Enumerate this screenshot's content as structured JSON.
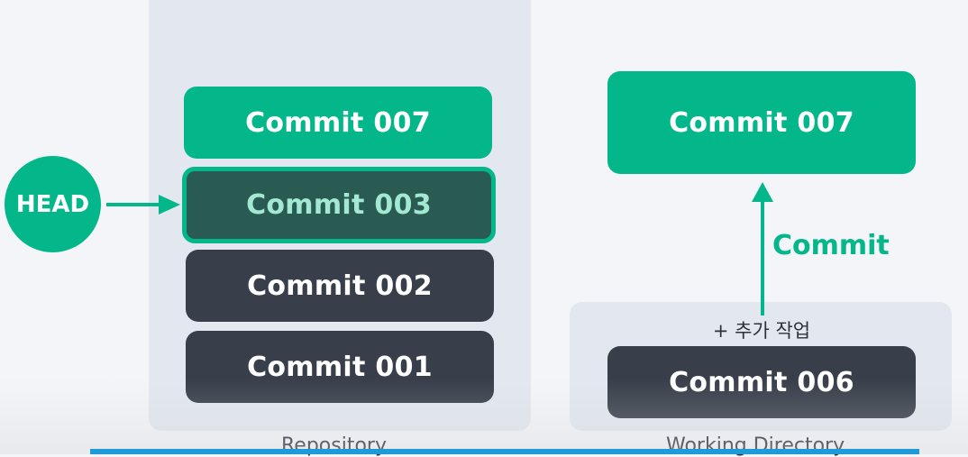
{
  "head_label": "HEAD",
  "repository": {
    "commits": [
      "Commit 007",
      "Commit 003",
      "Commit 002",
      "Commit 001"
    ],
    "label": "Repository"
  },
  "working_directory": {
    "new_commit": "Commit 007",
    "base_commit": "Commit 006",
    "extra_work": "+ 추가 작업",
    "label": "Working Directory"
  },
  "commit_action_label": "Commit",
  "colors": {
    "accent": "#03b78b",
    "dark": "#383f4a",
    "head_target_fill": "#2a5b53",
    "panel": "#e3e8f0"
  }
}
